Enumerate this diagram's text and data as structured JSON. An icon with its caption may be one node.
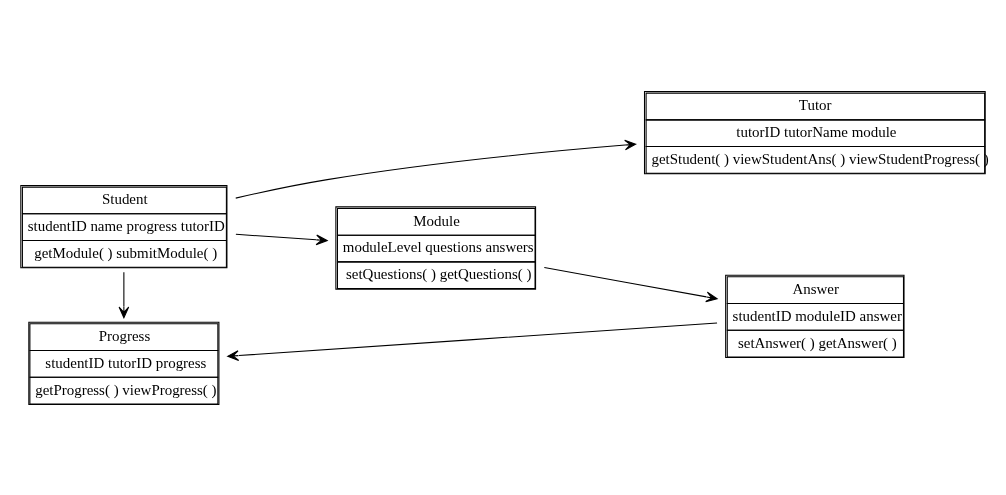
{
  "diagram": {
    "nodes": [
      {
        "text": [
          "Student",
          "studentID name progress tutorID",
          "getModule( ) submitModule( )"
        ]
      },
      {
        "text": [
          "Tutor",
          "tutorID tutorName module",
          "getStudent( ) viewStudentAns( ) viewStudentProgress( )"
        ]
      },
      {
        "text": [
          "Module",
          "moduleLevel questions answers",
          "setQuestions( ) getQuestions( )"
        ]
      },
      {
        "text": [
          "Progress",
          "studentID tutorID progress",
          "getProgress( ) viewProgress( )"
        ]
      },
      {
        "text": [
          "Answer",
          "studentID moduleID answer",
          "setAnswer( ) getAnswer( )"
        ]
      }
    ],
    "edges": [
      {
        "from": 0,
        "to": 1,
        "arrow": "to"
      },
      {
        "from": 0,
        "to": 2,
        "arrow": "to"
      },
      {
        "from": 0,
        "to": 3,
        "arrow": "to"
      },
      {
        "from": 2,
        "to": 4,
        "arrow": "to"
      },
      {
        "from": 4,
        "to": 3,
        "arrow": "to"
      }
    ]
  }
}
